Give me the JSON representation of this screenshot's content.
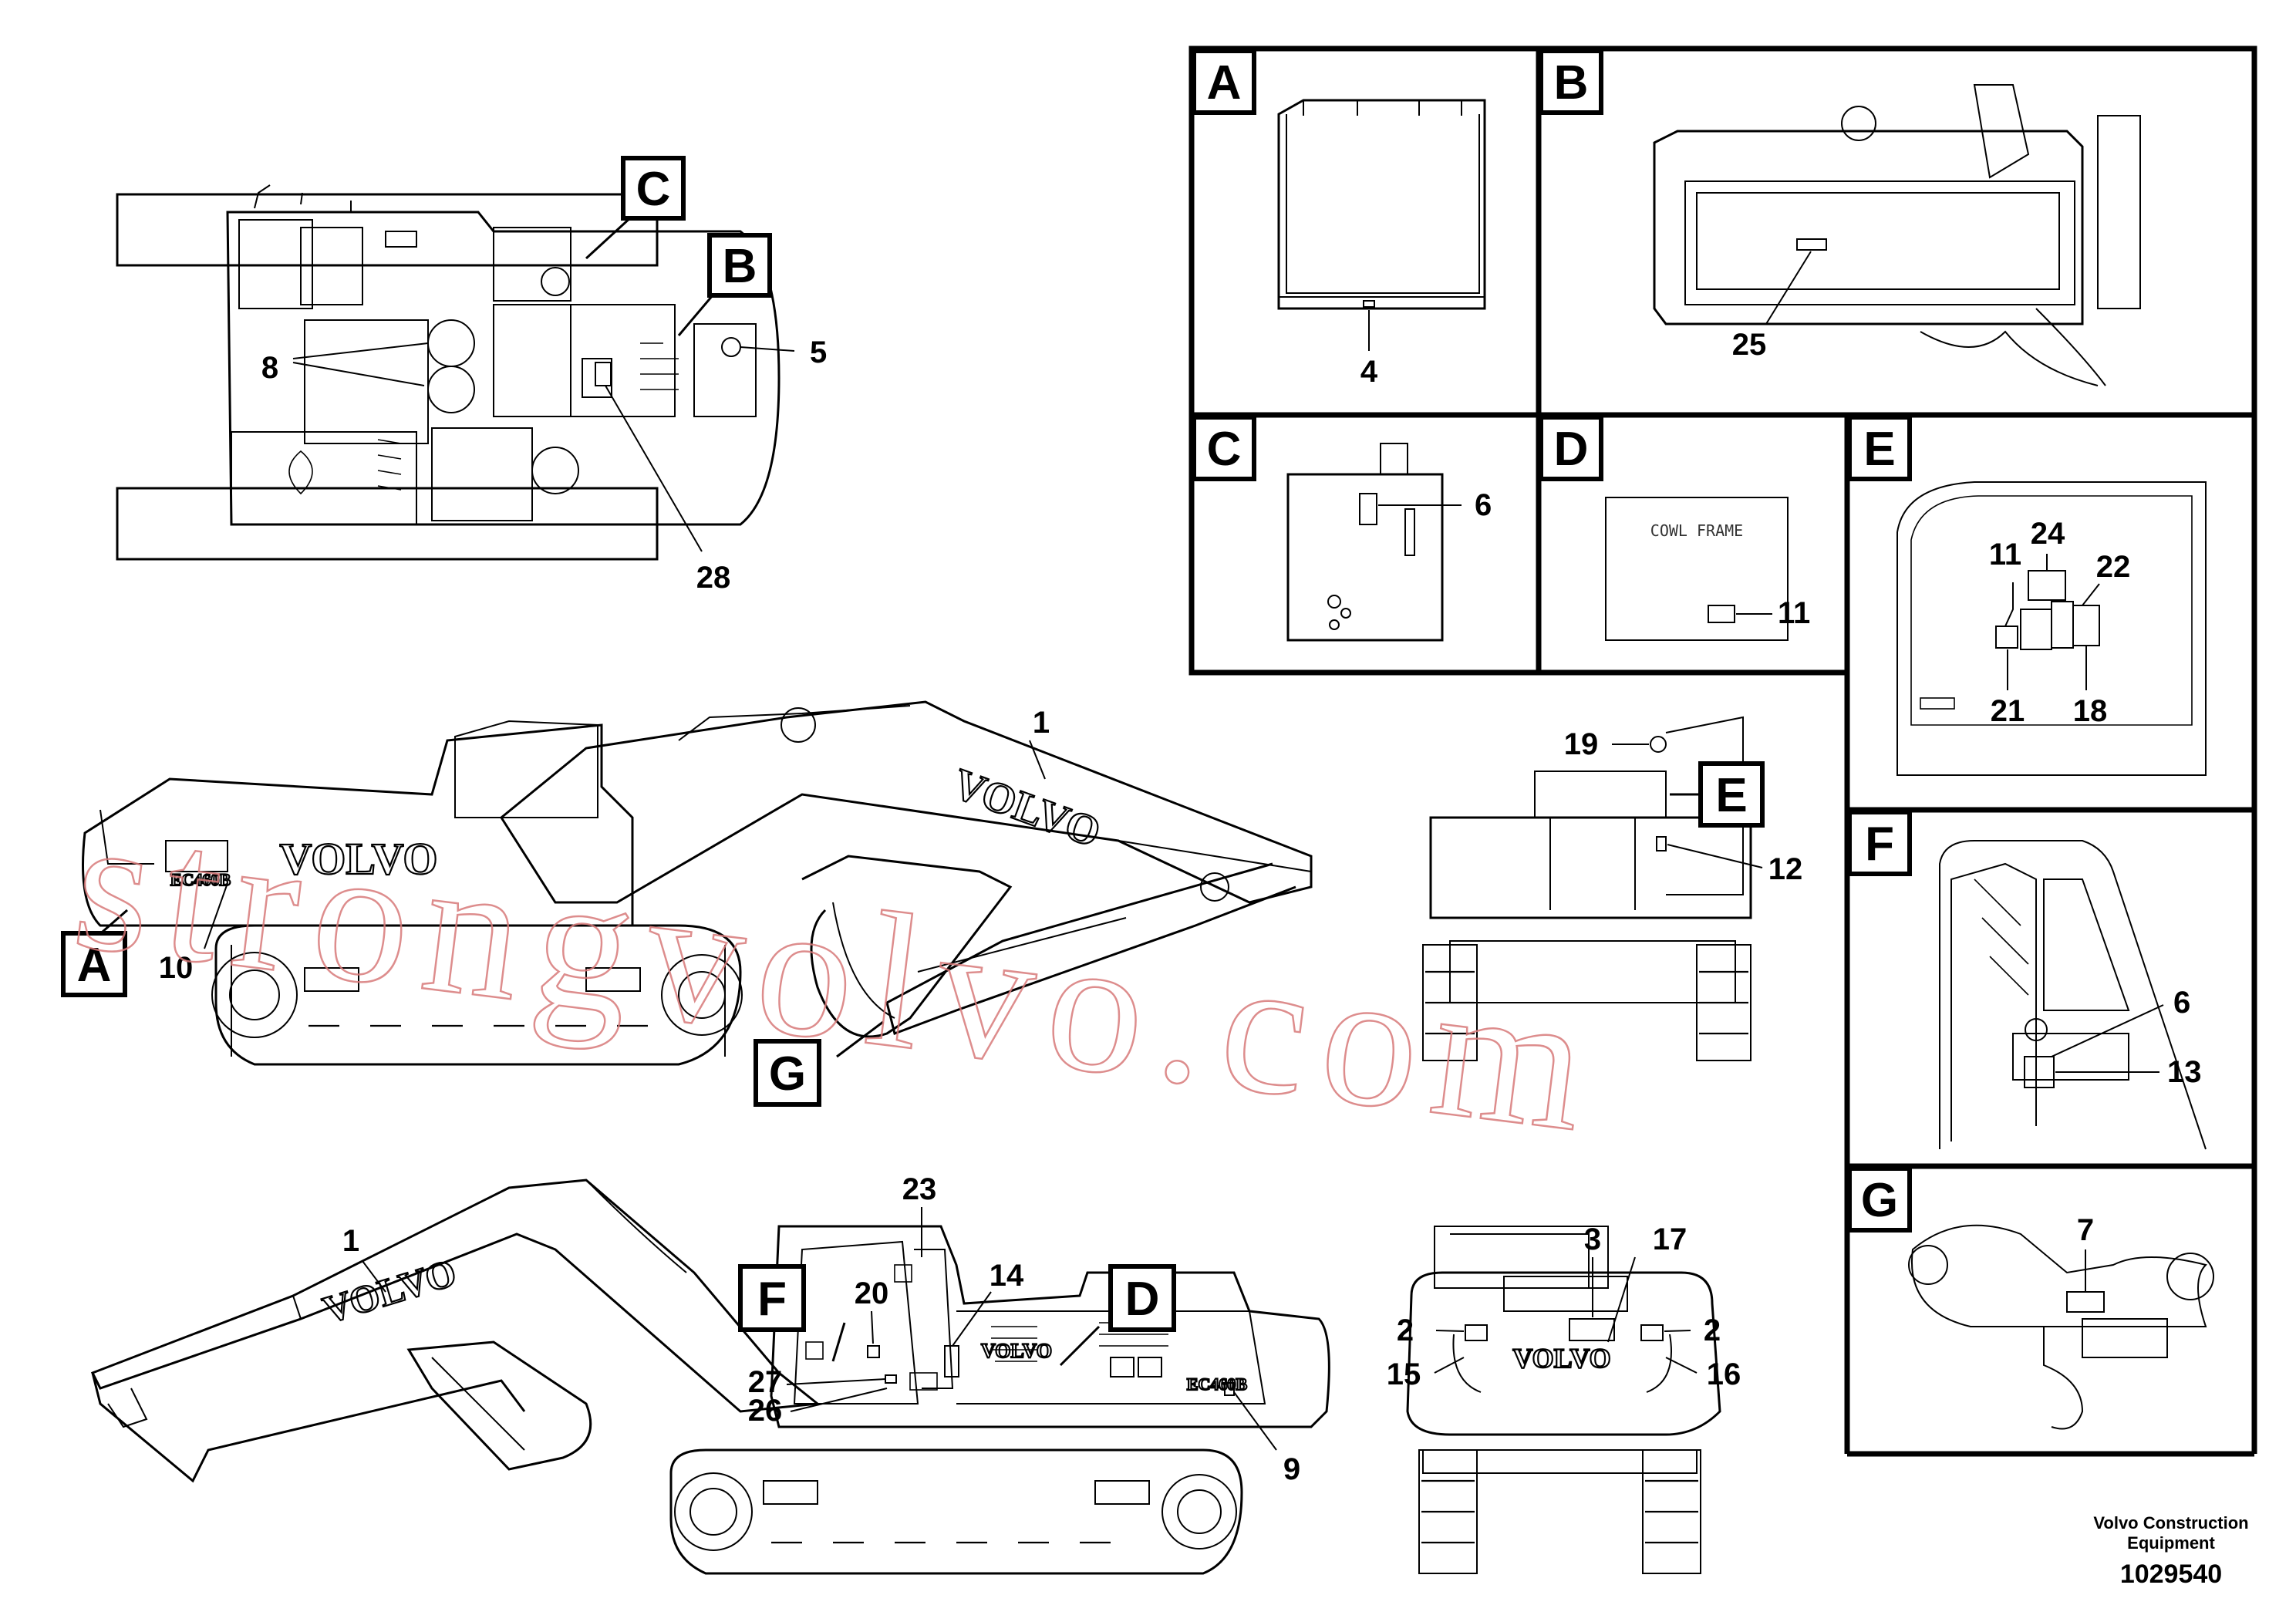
{
  "brand_text": "VOLVO",
  "model_text": "EC460B",
  "cowl_frame_text": "COWL FRAME",
  "watermark": "strongvolvo.com",
  "footer": {
    "company_line1": "Volvo Construction",
    "company_line2": "Equipment",
    "part_number": "1029540"
  },
  "detail_letters": {
    "A": "A",
    "B": "B",
    "C": "C",
    "D": "D",
    "E": "E",
    "F": "F",
    "G": "G"
  },
  "callouts": {
    "n1": "1",
    "n2": "2",
    "n3": "3",
    "n4": "4",
    "n5": "5",
    "n6": "6",
    "n7": "7",
    "n8": "8",
    "n9": "9",
    "n10": "10",
    "n11": "11",
    "n12": "12",
    "n13": "13",
    "n14": "14",
    "n15": "15",
    "n16": "16",
    "n17": "17",
    "n18": "18",
    "n19": "19",
    "n20": "20",
    "n21": "21",
    "n22": "22",
    "n23": "23",
    "n24": "24",
    "n25": "25",
    "n26": "26",
    "n27": "27",
    "n28": "28"
  }
}
